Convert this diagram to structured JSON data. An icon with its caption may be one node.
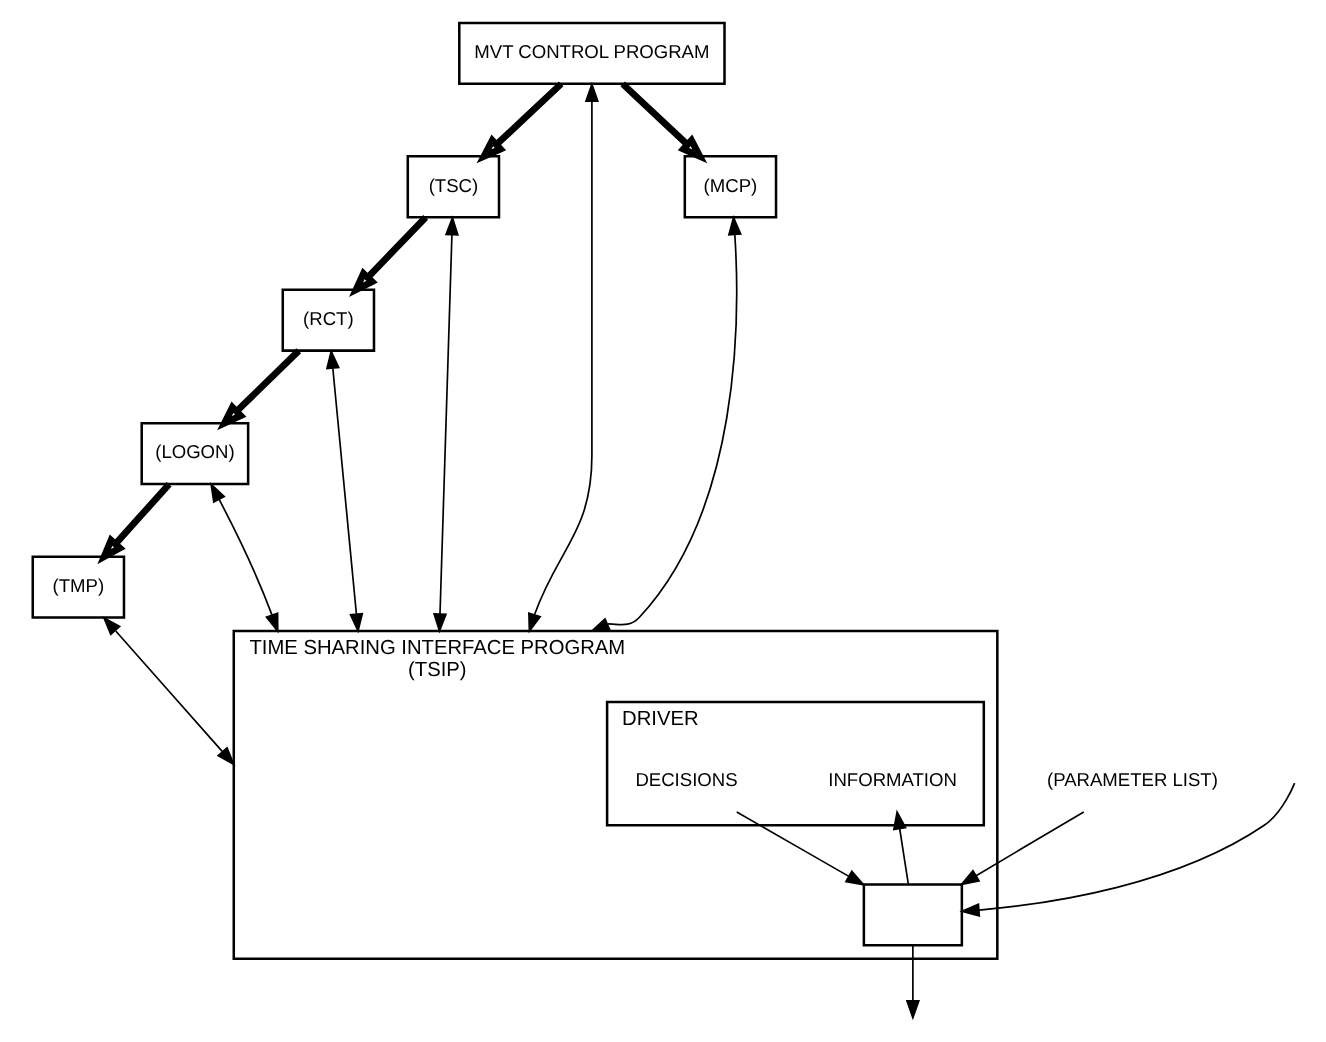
{
  "diagram": {
    "nodes": [
      {
        "text": [
          "MVT CONTROL PROGRAM"
        ]
      },
      {
        "text": [
          "(TSC)"
        ]
      },
      {
        "text": [
          "(RCT)"
        ]
      },
      {
        "text": [
          "(LOGON)"
        ]
      },
      {
        "text": [
          "(TMP)"
        ]
      },
      {
        "text": [
          "TIME SHARING INTERFACE PROGRAM",
          "(TSIP)"
        ]
      },
      {
        "text": [
          "DRIVER"
        ],
        "in": 5
      },
      {
        "text": [
          "INFORMATION"
        ],
        "in": 6
      },
      {
        "text": [
          "DECISIONS"
        ],
        "in": 6
      },
      {
        "text": [],
        "shape": "box",
        "in": 5
      },
      {
        "text": [
          "(MCP)"
        ]
      },
      {
        "text": [
          "(PARAMETER LIST)"
        ]
      }
    ],
    "edges": [
      {
        "from": 0,
        "to": 1,
        "arrow": "to",
        "style": "thick"
      },
      {
        "from": 1,
        "to": 2,
        "arrow": "to",
        "style": "thick"
      },
      {
        "from": 2,
        "to": 3,
        "arrow": "to",
        "style": "thick"
      },
      {
        "from": 3,
        "to": 4,
        "arrow": "to",
        "style": "thick"
      },
      {
        "from": 0,
        "to": 10,
        "arrow": "to",
        "style": "thick"
      },
      {
        "from": 0,
        "to": 5,
        "arrow": "both"
      },
      {
        "from": 1,
        "to": 5,
        "arrow": "both"
      },
      {
        "from": 2,
        "to": 5,
        "arrow": "both"
      },
      {
        "from": 3,
        "to": 5,
        "arrow": "both"
      },
      {
        "from": 4,
        "to": 5,
        "arrow": "both"
      },
      {
        "from": 10,
        "to": 5,
        "arrow": "both"
      },
      {
        "from": 9,
        "to": 7,
        "arrow": "to"
      },
      {
        "from": 8,
        "to": 9,
        "arrow": "to"
      },
      {
        "from": null,
        "to": 9,
        "arrow": "to"
      },
      {
        "from": 9,
        "to": null,
        "arrow": "to"
      },
      {
        "from": 11,
        "to": 9,
        "arrow": "to"
      }
    ]
  }
}
